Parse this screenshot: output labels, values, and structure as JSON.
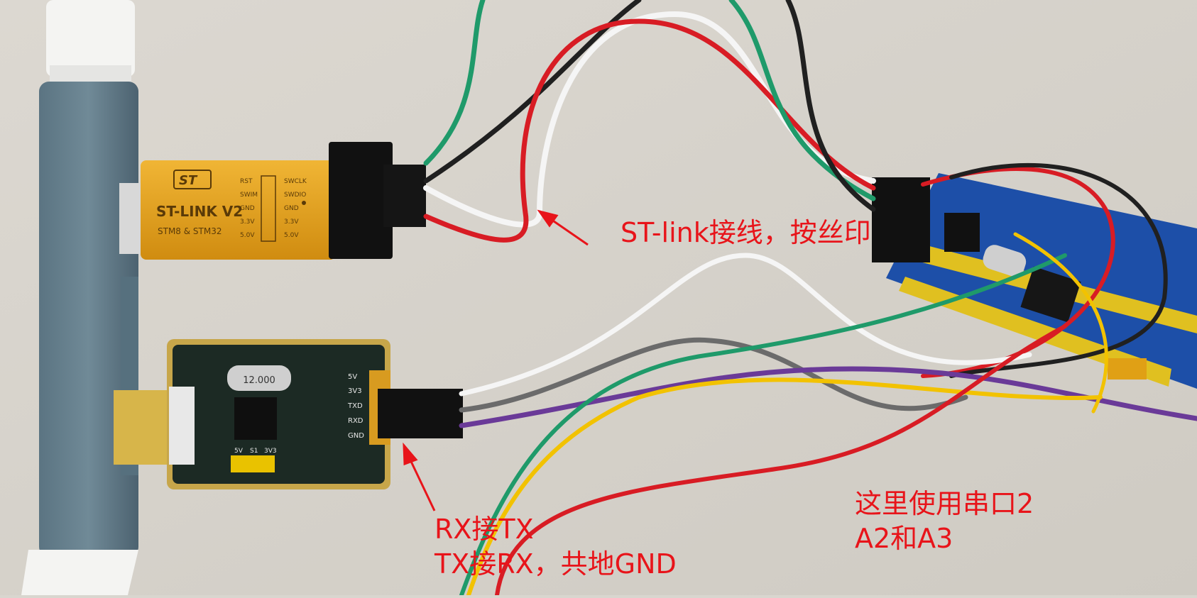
{
  "annotations": {
    "stlink_note": "ST-link接线，按丝印",
    "serial_note_line1": "RX接TX",
    "serial_note_line2": "TX接RX，共地GND",
    "uart_note_line1": "这里使用串口2",
    "uart_note_line2": "A2和A3"
  },
  "stlink": {
    "brand": "ST-LINK V2",
    "chips": "STM8 & STM32",
    "pins_left": [
      "RST",
      "SWIM",
      "GND",
      "3.3V",
      "5.0V"
    ],
    "pins_right": [
      "SWCLK",
      "SWDIO",
      "GND",
      "3.3V",
      "5.0V"
    ]
  },
  "usb_serial": {
    "crystal": "12.000",
    "pin_labels": [
      "5V",
      "3V3",
      "TXD",
      "RXD",
      "GND"
    ],
    "jumper_labels": [
      "5V",
      "S1",
      "3V3"
    ]
  },
  "colors": {
    "annotation": "#e8141a",
    "background": "#d9d6cf",
    "stlink_body": "#e0a020",
    "stm32_board": "#1d4fa8",
    "usb_serial_board": "#1c2a24"
  }
}
